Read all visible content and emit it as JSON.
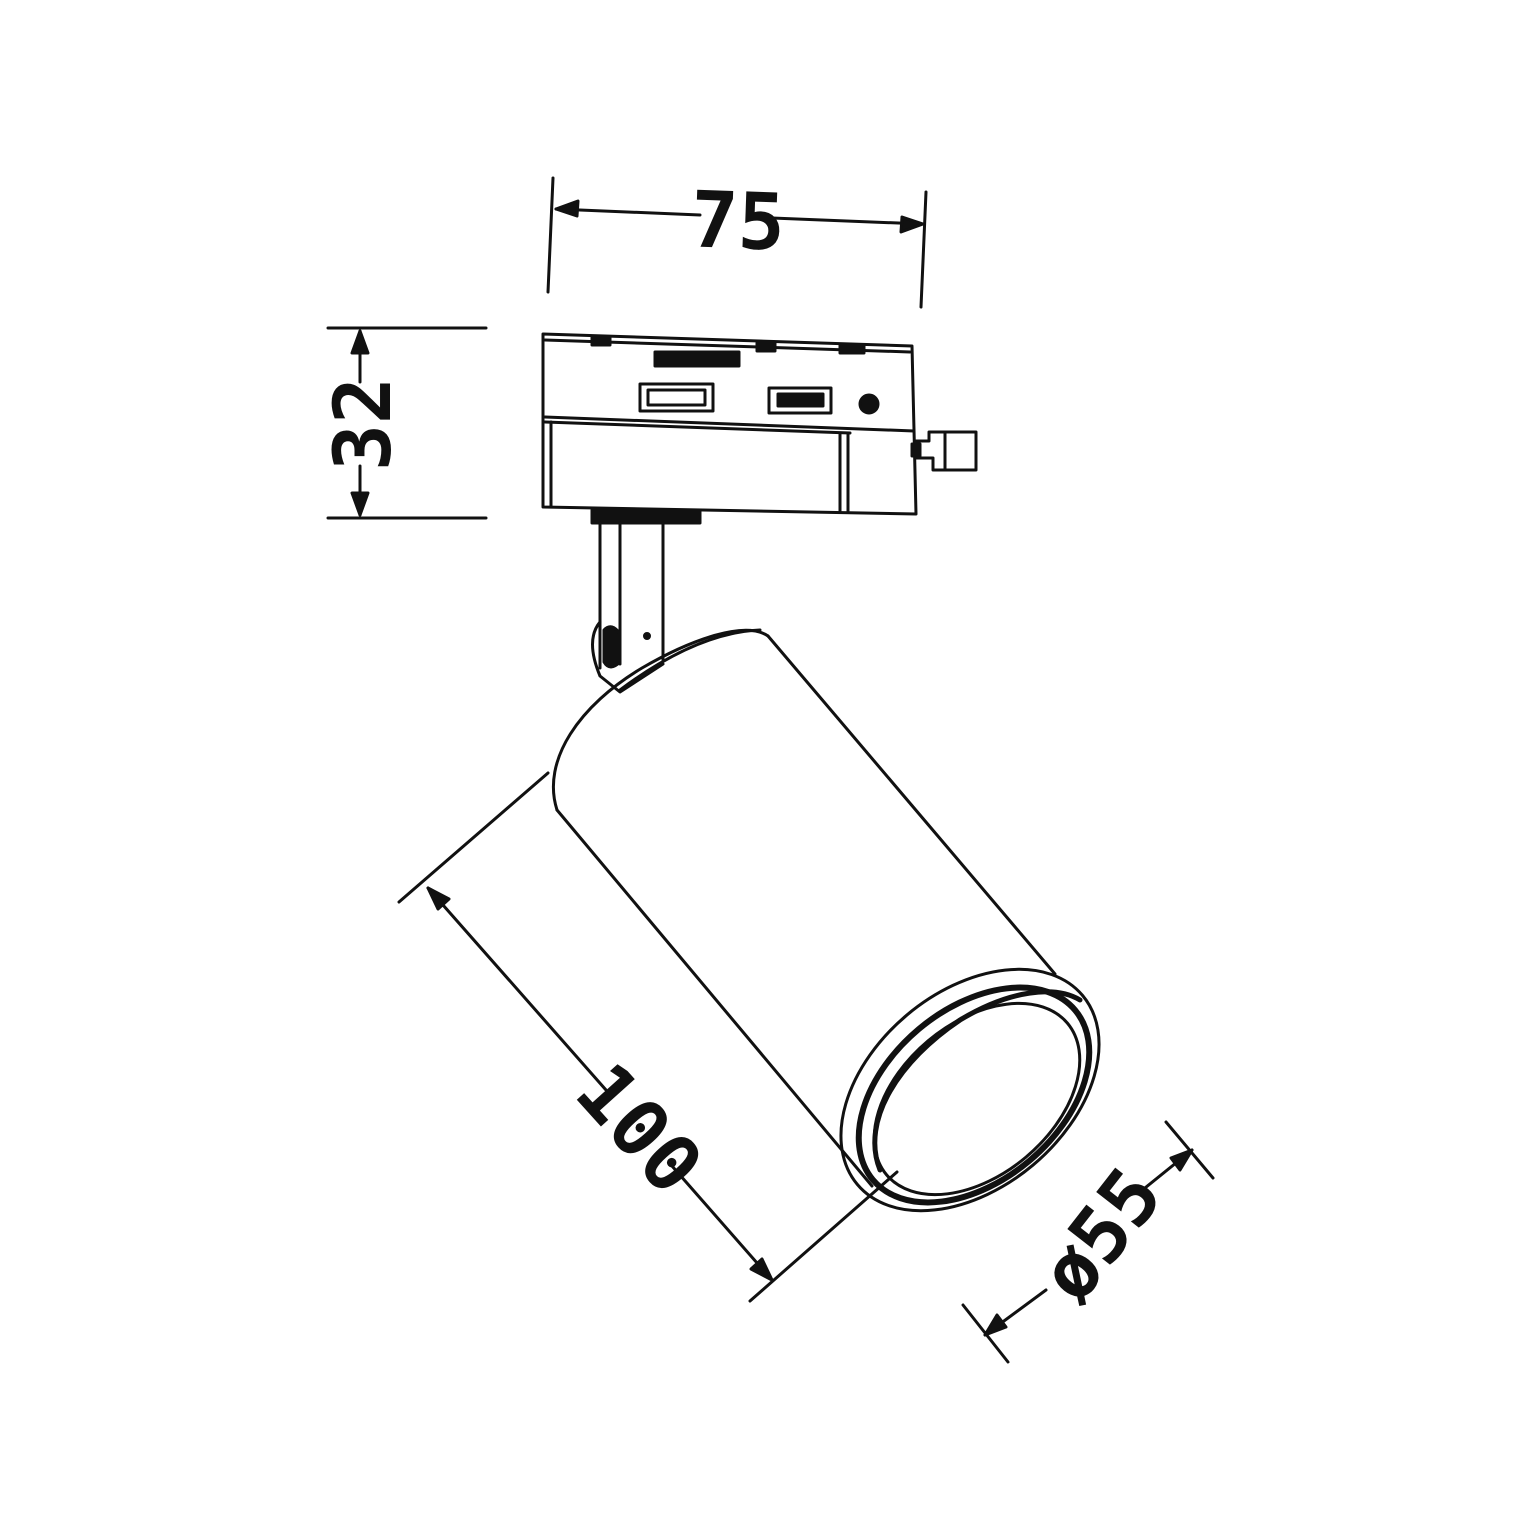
{
  "drawing": {
    "line_color": "#111111",
    "background": "#ffffff"
  },
  "dimensions": {
    "width": "75",
    "height": "32",
    "length": "100",
    "diameter": "ø55"
  }
}
